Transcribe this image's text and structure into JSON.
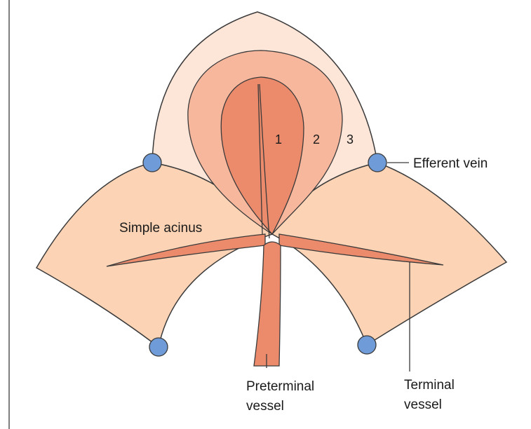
{
  "diagram": {
    "zone_labels": [
      "1",
      "2",
      "3"
    ],
    "labels": {
      "efferent_vein": "Efferent vein",
      "simple_acinus": "Simple acinus",
      "preterminal_line1": "Preterminal",
      "preterminal_line2": "vessel",
      "terminal_line1": "Terminal",
      "terminal_line2": "vessel"
    },
    "colors": {
      "lobule_fill": "#fcd3b4",
      "zone3_fill": "#fde5d8",
      "zone2_fill": "#f7b79d",
      "zone1_fill": "#ec8b6c",
      "vessel_fill": "#ec8b6c",
      "vein_fill": "#6f9bd8",
      "outline": "#3a3a3a"
    }
  }
}
